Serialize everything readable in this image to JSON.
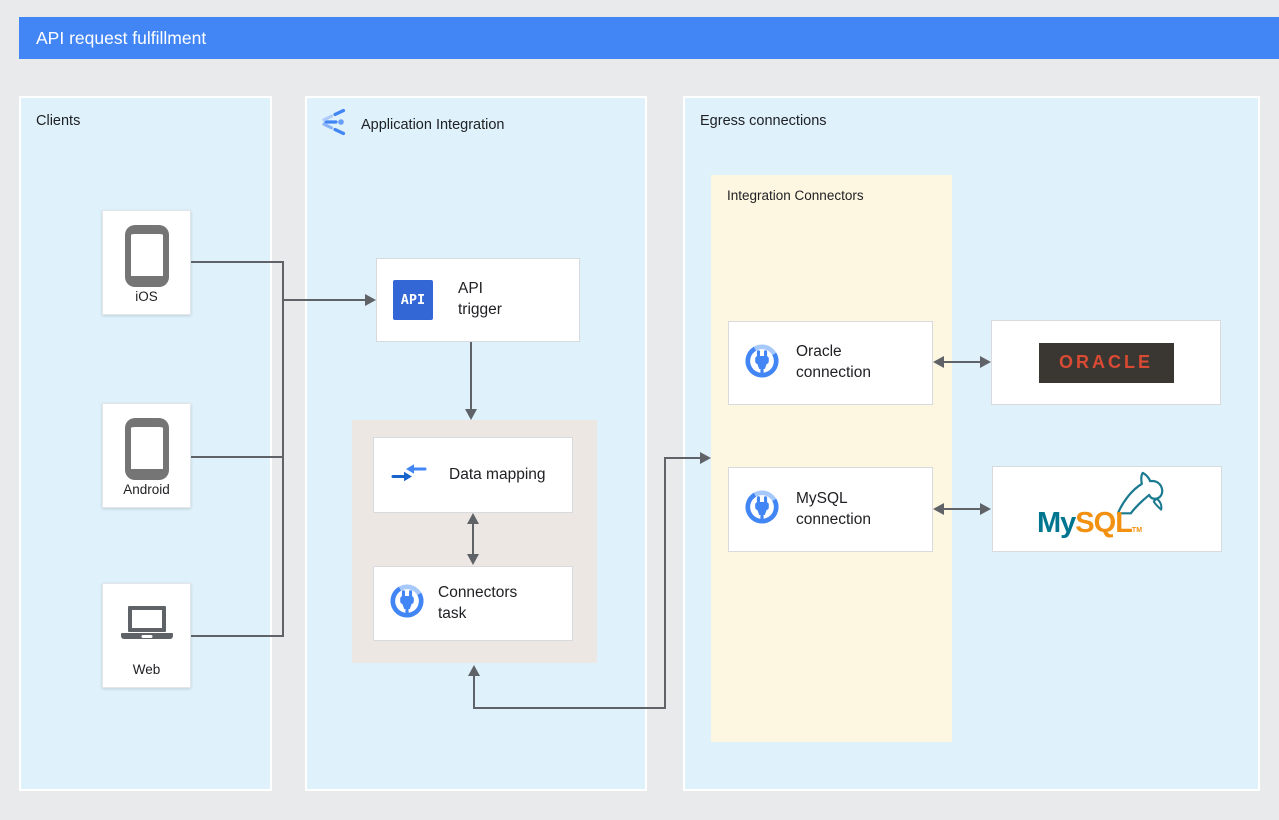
{
  "title_bar": {
    "title": "API request fulfillment"
  },
  "panels": {
    "clients": {
      "label": "Clients",
      "items": [
        {
          "label": "iOS",
          "icon": "smartphone-icon"
        },
        {
          "label": "Android",
          "icon": "smartphone-icon"
        },
        {
          "label": "Web",
          "icon": "laptop-icon"
        }
      ]
    },
    "application_integration": {
      "label": "Application Integration",
      "icon": "application-integration-icon",
      "nodes": {
        "api_trigger": {
          "label": "API trigger",
          "badge": "API",
          "icon": "api-badge-icon"
        },
        "data_mapping": {
          "label": "Data mapping",
          "icon": "data-mapping-icon"
        },
        "connectors_task": {
          "label": "Connectors task",
          "icon": "integration-connectors-icon"
        }
      }
    },
    "egress": {
      "label": "Egress connections",
      "integration_connectors": {
        "label": "Integration Connectors",
        "nodes": {
          "oracle_connection": {
            "label": "Oracle connection",
            "icon": "integration-connectors-icon"
          },
          "mysql_connection": {
            "label": "MySQL connection",
            "icon": "integration-connectors-icon"
          }
        }
      },
      "targets": {
        "oracle": {
          "wordmark": "ORACLE"
        },
        "mysql": {
          "wordmark_my": "My",
          "wordmark_sql": "SQL",
          "tm": "TM",
          "icon": "mysql-dolphin-icon"
        }
      }
    }
  },
  "colors": {
    "header_blue": "#4285F4",
    "panel_blue": "#DFF2FC",
    "panel_cream": "#FDF7E1",
    "panel_gray": "#EDE7E4",
    "line_gray": "#5F6368",
    "icon_gray": "#757575",
    "api_badge_blue": "#3367D6",
    "google_blue": "#4285F4",
    "google_blue_light": "#AECBFA",
    "oracle_red": "#D84A33",
    "oracle_dark": "#3A3733",
    "mysql_teal": "#00758F",
    "mysql_orange": "#F29111"
  }
}
